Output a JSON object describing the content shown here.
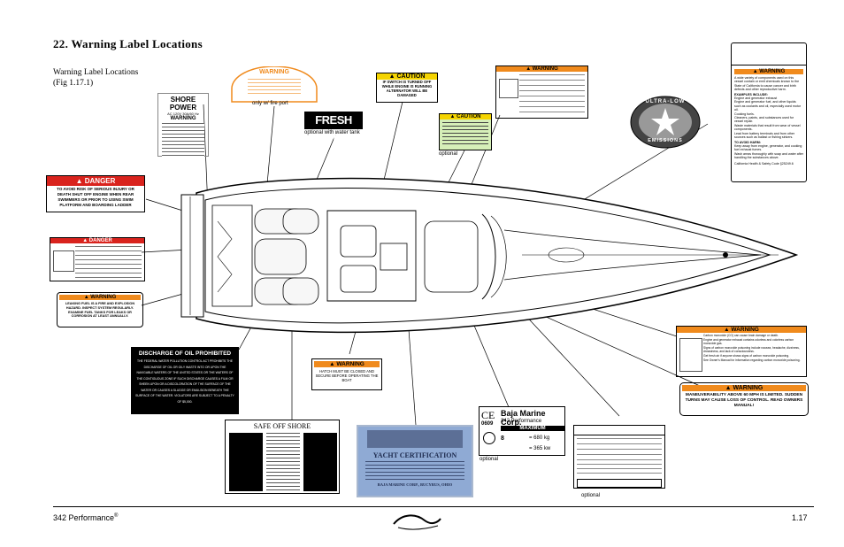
{
  "section": {
    "title": "22. Warning Label Locations"
  },
  "figure": {
    "heading": "Warning Label Locations",
    "ref": "(Fig 1.17.1)"
  },
  "labels": {
    "shore_power": {
      "title": "SHORE POWER",
      "subtitle": "AC 120V 30A/60 Hz",
      "warning": "WARNING"
    },
    "top_warning": {
      "head": "WARNING",
      "note": "only w/ fire port"
    },
    "caution_alt": {
      "head": "CAUTION",
      "lines": [
        "IF SWITCH IS TURNED OFF",
        "WHILE ENGINE IS RUNNING",
        "ALTERNATOR WILL BE DAMAGED"
      ]
    },
    "fresh_water": {
      "title": "FRESH WATER",
      "note": "optional with water tank"
    },
    "warning_right_top": {
      "head": "WARNING"
    },
    "caution_mid": {
      "head": "CAUTION",
      "note": "optional"
    },
    "ultra_low": {
      "top": "ULTRA-LOW",
      "bottom": "EMISSIONS"
    },
    "prop65": {
      "head": "WARNING",
      "intro": "A wide variety of components used on this vessel contain or emit chemicals known to the State of California to cause cancer and birth defects and other reproductive harm.",
      "ex": "EXAMPLES INCLUDE:",
      "items": [
        "Engine and generator exhaust",
        "Engine and generator fuel, and other liquids such as coolants and oil, especially used motor oil.",
        "Cooking fuels.",
        "Cleaners, paints, and substances used for vessel repair.",
        "Waste materials that result from wear of vessel components.",
        "Lead from battery terminals and from other sources such as ballast or fishing sinkers."
      ],
      "avoid": "TO AVOID HARM:",
      "tips": [
        "Keep away from engine, generator, and cooking fuel exhaust fumes.",
        "Wash areas thoroughly with soap and water after handling the substances above."
      ],
      "foot": "California Health & Safety Code §25249.6"
    },
    "danger_swim": {
      "head": "DANGER",
      "text": "TO AVOID RISK OF SERIOUS INJURY OR DEATH SHUT OFF ENGINE WHEN REAR SWIMMERS OR PRIOR TO USING SWIM PLATFORM AND BOARDING LADDER"
    },
    "danger_co": {
      "head": "DANGER"
    },
    "warning_fuel": {
      "head": "WARNING",
      "text": "LEAKING FUEL IS A FIRE AND EXPLOSION HAZARD. INSPECT SYSTEM REGULARLY. EXAMINE FUEL TANKS FOR LEAKS OR CORROSION AT LEAST ANNUALLY."
    },
    "discharge": {
      "title": "DISCHARGE OF OIL PROHIBITED",
      "text": "THE FEDERAL WATER POLLUTION CONTROL ACT PROHIBITS THE DISCHARGE OF OIL OR OILY WASTE INTO OR UPON THE NAVIGABLE WATERS OF THE UNITED STATES OR THE WATERS OF THE CONTIGUOUS ZONE IF SUCH DISCHARGE CAUSES A FILM OR SHEEN UPON OR A DISCOLORATION OF THE SURFACE OF THE WATER OR CAUSES A SLUDGE OR EMULSION BENEATH THE SURFACE OF THE WATER. VIOLATORS ARE SUBJECT TO A PENALTY OF $5,000."
    },
    "hatch": {
      "head": "WARNING",
      "text": "HATCH MUST BE CLOSED AND SECURE BEFORE OPERATING THE BOAT"
    },
    "safe_off": {
      "title": "SAFE OFF SHORE"
    },
    "yacht": {
      "title": "YACHT CERTIFICATION",
      "foot": "BAJA MARINE CORP., BUCYRUS, OHIO"
    },
    "capacity": {
      "ce": "CE",
      "num": "0609",
      "brand": "Baja Marine Corp.",
      "model": "342 Performance",
      "max": "MAXIMUM",
      "persons": "8",
      "weight": "= 680 kg",
      "power": "= 365 kw",
      "note": "optional"
    },
    "hin_plate": {
      "note": "optional"
    },
    "warning_co_right": {
      "head": "WARNING",
      "lines": [
        "Carbon monoxide (CO) can cause brain damage or death.",
        "Engine and generator exhaust contains odorless and colorless carbon monoxide gas.",
        "Signs of carbon monoxide poisoning include nausea, headache, dizziness, drowsiness, and lack of consciousness.",
        "Get fresh air if anyone shows signs of carbon monoxide poisoning.",
        "See Owner's Manual for information regarding carbon monoxide poisoning."
      ]
    },
    "maneuver": {
      "head": "WARNING",
      "text": "MANEUVERABILITY ABOVE 60 MPH IS LIMITED. SUDDEN TURNS MAY CAUSE LOSS OF CONTROL. READ OWNERS MANUAL!"
    }
  },
  "footer": {
    "model": "342 Performance",
    "reg": "®",
    "page": "1.17"
  }
}
